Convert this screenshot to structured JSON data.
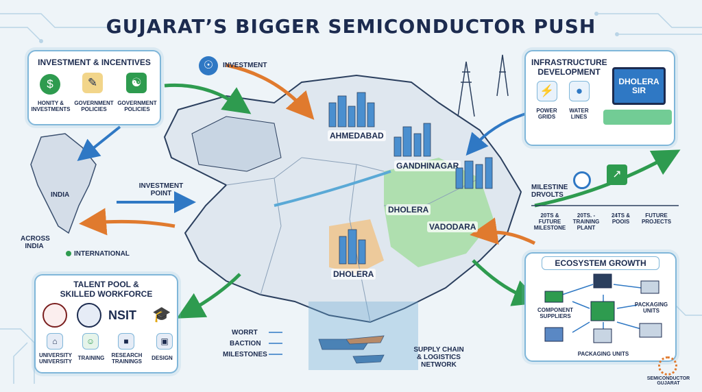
{
  "title": "GUJARAT’S BIGGER SEMICONDUCTOR PUSH",
  "investment_panel": {
    "title": "INVESTMENT & INCENTIVES",
    "items": [
      {
        "label": "HONITY & INVESTMENTS",
        "icon": "money-icon"
      },
      {
        "label": "GOVERNMENT POLICIES",
        "icon": "document-icon"
      },
      {
        "label": "GOVERNMENT POLICIES",
        "icon": "hand-coin-icon"
      }
    ]
  },
  "infrastructure_panel": {
    "title": "INFRASTRUCTURE DEVELOPMENT",
    "items": [
      {
        "label": "POWER GRIDS",
        "icon": "lightning-icon"
      },
      {
        "label": "WATER LINES",
        "icon": "water-drop-icon"
      }
    ],
    "sign_text": "DHOLERA SIR"
  },
  "talent_panel": {
    "title": "TALENT POOL & SKILLED WORKFORCE",
    "logos": [
      "NSIT"
    ],
    "items": [
      {
        "label": "UNIVERSITY UNIVERSITY",
        "icon": "university-icon"
      },
      {
        "label": "TRAINING",
        "icon": "training-icon"
      },
      {
        "label": "RESEARCH TRAININGS",
        "icon": "research-icon"
      },
      {
        "label": "DESIGN",
        "icon": "chip-design-icon"
      }
    ]
  },
  "ecosystem_panel": {
    "title": "ECOSYSTEM GROWTH",
    "items": [
      {
        "label": "COMPONENT SUPPLIERS"
      },
      {
        "label": "PACKAGING UNITS"
      },
      {
        "label": "PACKAGING UNITS"
      }
    ]
  },
  "map": {
    "cities": [
      "AHMEDABAD",
      "GANDHINAGAR",
      "DHOLERA",
      "VADODARA",
      "DHOLERA"
    ],
    "labels": {
      "investment": "INVESTMENT",
      "investment_point": "INVESTMENT POINT",
      "india": "INDIA",
      "across_india": "ACROSS INDIA",
      "international": "INTERNATIONAL",
      "supply_chain": "SUPPLY CHAIN & LOGISTICS NETWORK"
    },
    "milestone_list": [
      "WORRT",
      "BACTION",
      "MILESTONES"
    ]
  },
  "timeline": {
    "title": "MILESTINE DRVOLTS",
    "items": [
      "20TS & FUTURE MILESTONE",
      "20TS. - TRAINING PLANT",
      "24TS & POOIS",
      "FUTURE PROJECTS"
    ]
  },
  "brand": {
    "name": "SEMICONDUCTOR GUJARAT"
  },
  "colors": {
    "panel_border": "#7fb6d9",
    "green_arrow": "#2e9b4f",
    "orange_arrow": "#e07a2e",
    "blue_arrow": "#2f78c4",
    "map_land": "#dfe7ef",
    "highlight_green": "#9fdc9a"
  }
}
